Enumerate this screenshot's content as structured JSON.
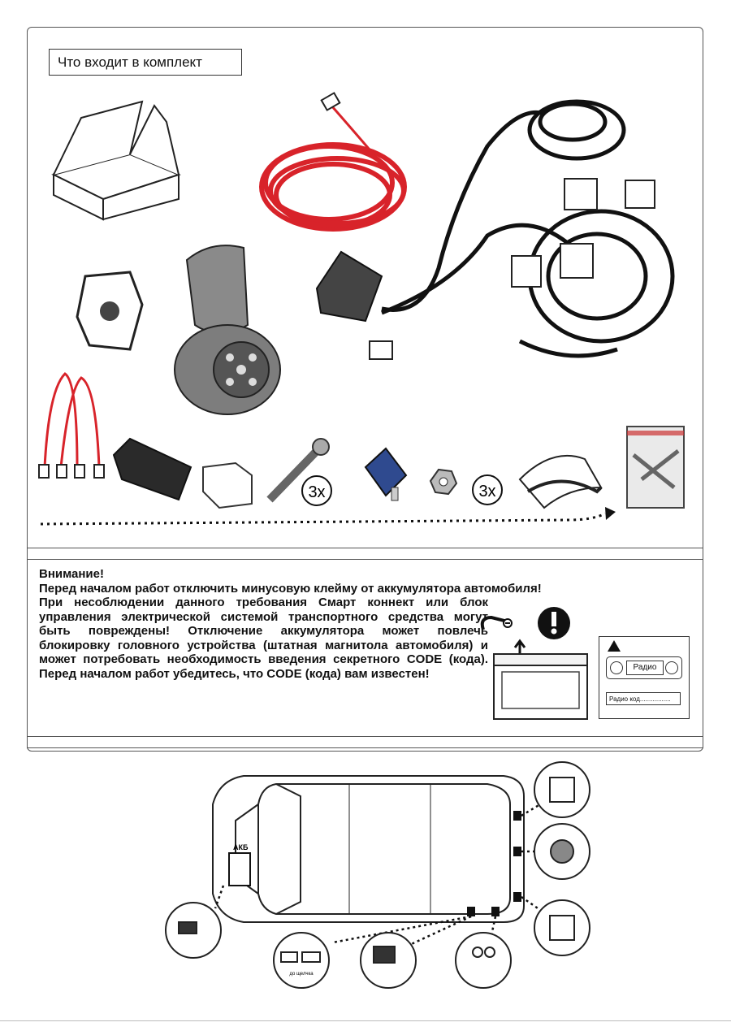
{
  "section_title": "Что входит в комплект",
  "kit_counts": {
    "screws": "3x",
    "nuts": "3x"
  },
  "warning": {
    "title": "Внимание!",
    "line1": "Перед началом работ отключить минусовую клейму от аккумулятора автомобиля!",
    "paragraph": "При несоблюдении данного требования Смарт коннект или блок управления электрической системой транспортного средства могут быть повреждены! Отключение аккумулятора может повлечь блокировку головного устройства (штатная магнитола автомобиля) и может потребовать необходимость введения секретного CODE (кода). Перед началом работ убедитесь, что CODE (кода) вам известен!"
  },
  "radio_card": {
    "label": "Радио",
    "code_label": "Радио код................."
  },
  "vehicle": {
    "battery_label": "АКБ",
    "fuse_label": "до щелчка"
  },
  "colors": {
    "wire_red": "#d8232a",
    "line": "#222222"
  }
}
